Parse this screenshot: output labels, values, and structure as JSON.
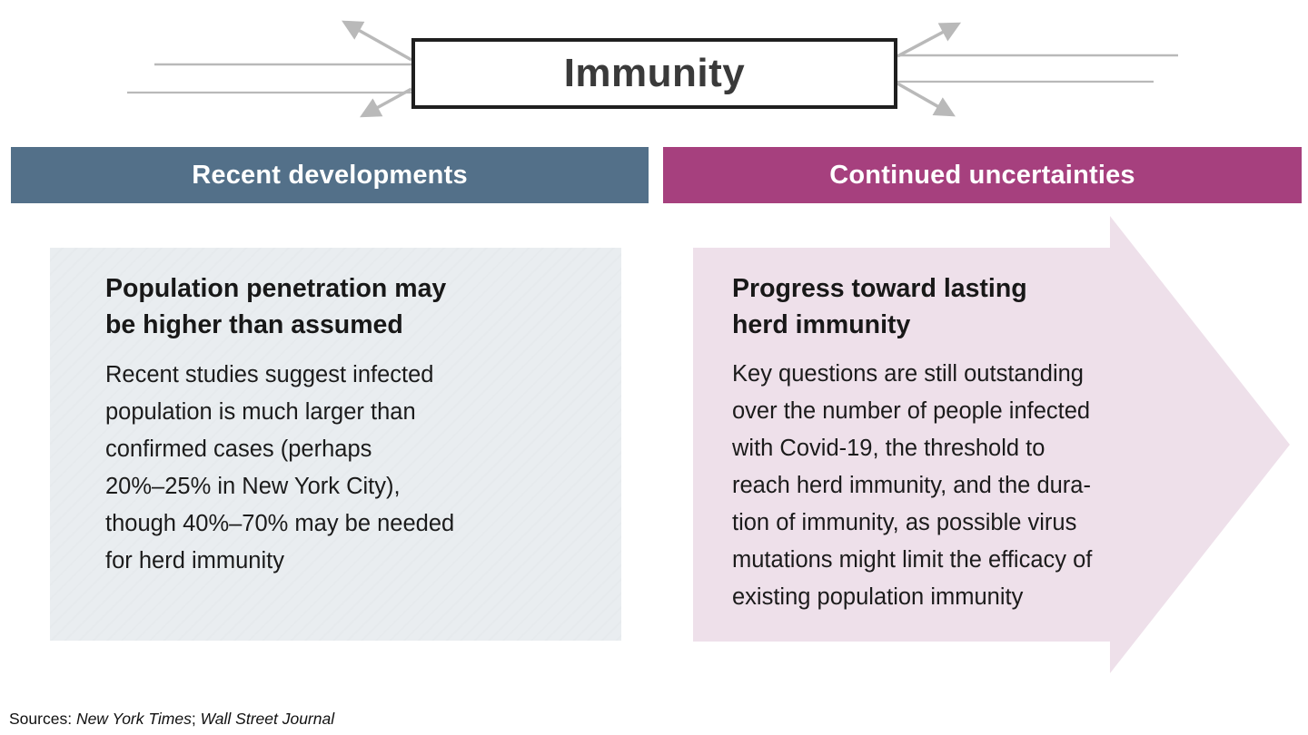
{
  "colors": {
    "header_left_bg": "#537089",
    "header_right_bg": "#a6407e",
    "panel_left_bg": "#e9edf0",
    "panel_right_bg": "#eee0ea",
    "flow_gray": "#b9b9b9",
    "box_border": "#1f1f1f",
    "title_text": "#3a3a3a",
    "body_text": "#1b1b1b"
  },
  "title_box": {
    "label": "Immunity"
  },
  "columns": {
    "left": {
      "header": "Recent developments",
      "heading": "Population penetration may\nbe higher than assumed",
      "body": "Recent studies suggest infected\npopulation is much larger than\nconfirmed cases (perhaps\n20%–25% in New York City),\nthough 40%–70% may be needed\nfor herd immunity"
    },
    "right": {
      "header": "Continued uncertainties",
      "heading": "Progress toward lasting\nherd immunity",
      "body": "Key questions are still outstanding\nover the number of people infected\nwith Covid-19, the threshold to\nreach herd immunity, and the dura-\ntion of immunity, as possible virus\nmutations might limit the efficacy of\nexisting population immunity"
    }
  },
  "sources": {
    "prefix": "Sources: ",
    "source1": "New York Times",
    "separator": "; ",
    "source2": "Wall Street Journal"
  }
}
